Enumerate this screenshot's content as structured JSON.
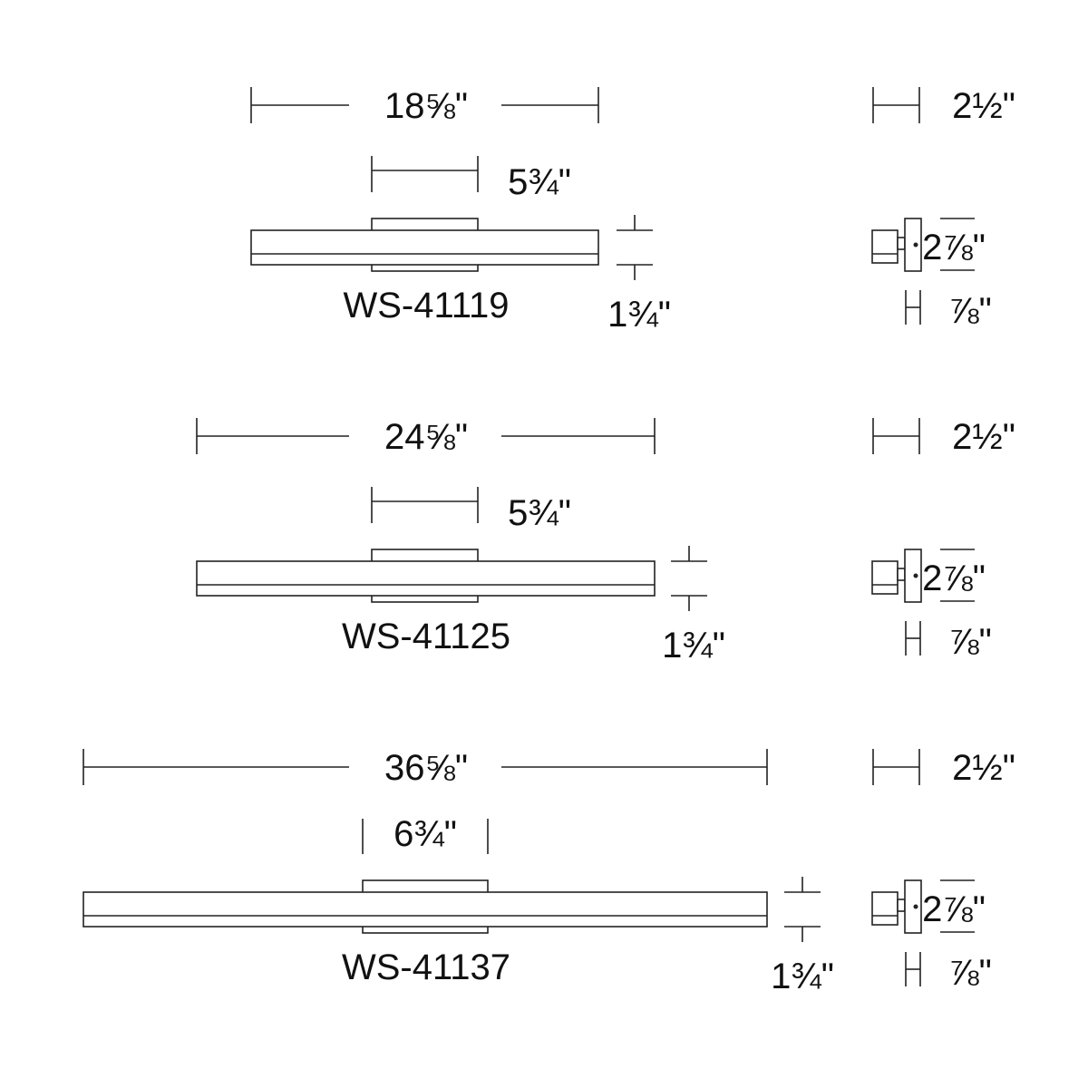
{
  "colors": {
    "line": "#222222",
    "text": "#111111",
    "background": "#ffffff"
  },
  "fixtures": [
    {
      "model": "WS-41119",
      "overall_length": "18⅝\"",
      "backplate_width": "5¾\"",
      "height": "1¾\"",
      "side_width": "2½\"",
      "side_height": "2⅞\"",
      "side_depth": "⅞\""
    },
    {
      "model": "WS-41125",
      "overall_length": "24⅝\"",
      "backplate_width": "5¾\"",
      "height": "1¾\"",
      "side_width": "2½\"",
      "side_height": "2⅞\"",
      "side_depth": "⅞\""
    },
    {
      "model": "WS-41137",
      "overall_length": "36⅝\"",
      "backplate_width": "6¾\"",
      "height": "1¾\"",
      "side_width": "2½\"",
      "side_height": "2⅞\"",
      "side_depth": "⅞\""
    }
  ]
}
